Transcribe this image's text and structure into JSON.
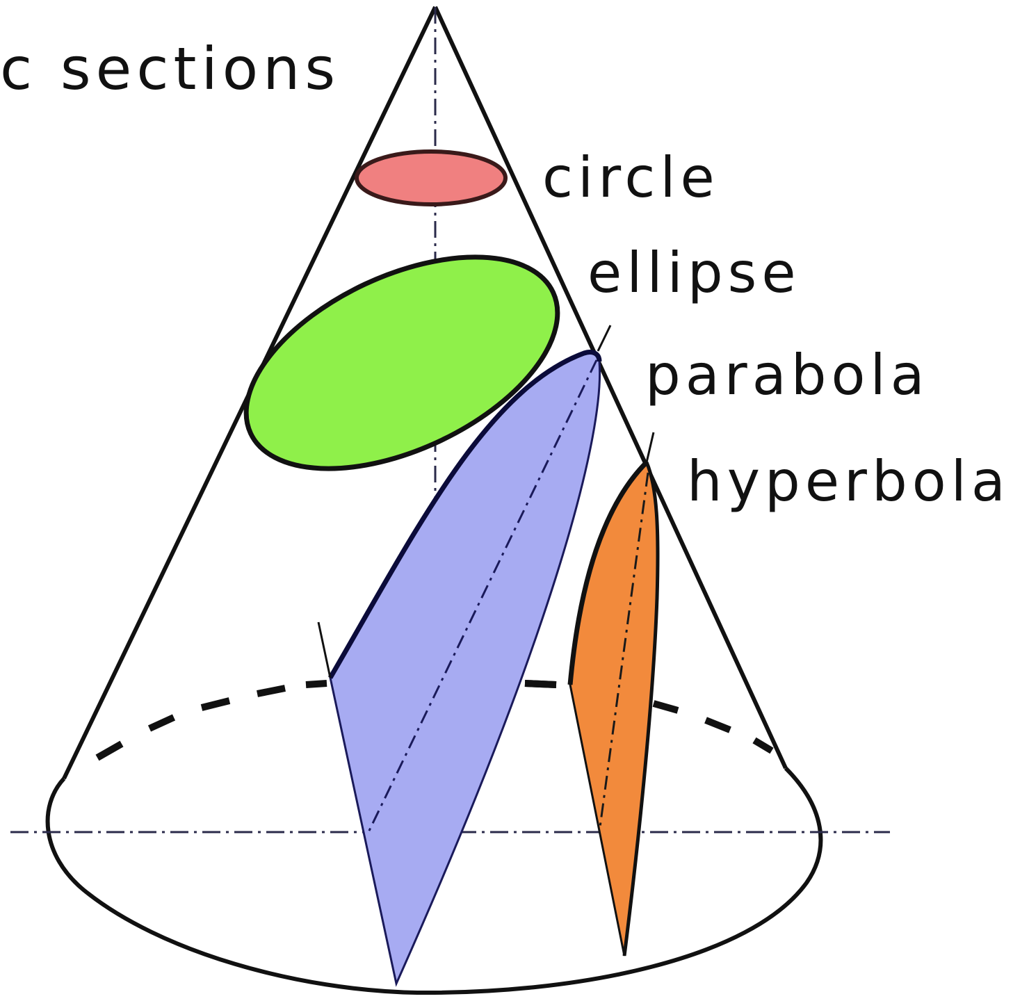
{
  "title": "c sections",
  "labels": {
    "circle": "circle",
    "ellipse": "ellipse",
    "parabola": "parabola",
    "hyperbola": "hyperbola"
  },
  "colors": {
    "circle": "#f08080",
    "ellipse": "#8ff04a",
    "parabola": "#a7abf2",
    "hyperbola": "#f28a3c",
    "outline": "#111111",
    "axis": "#2a2a4a"
  }
}
